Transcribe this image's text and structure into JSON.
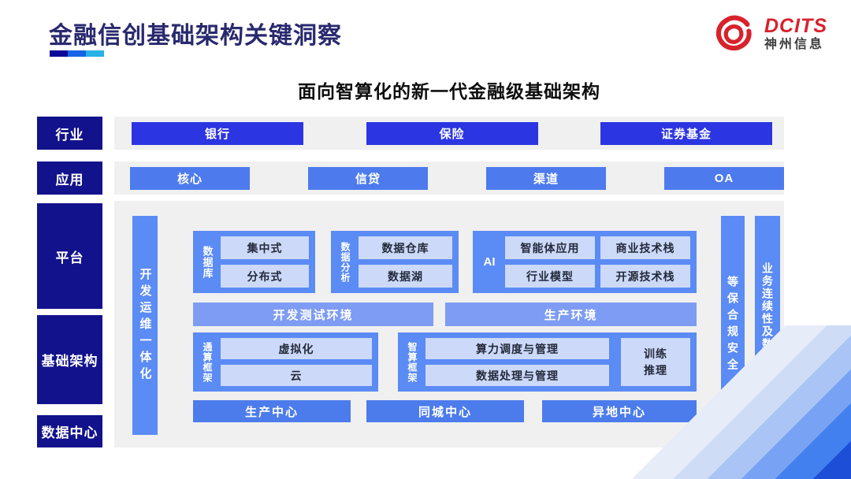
{
  "header": {
    "title": "金融信创基础架构关键洞察",
    "logo": {
      "brand": "DCITS",
      "company": "神州信息"
    }
  },
  "subtitle": "面向智算化的新一代金融级基础架构",
  "diagram": {
    "industry": {
      "label": "行业",
      "items": [
        "银行",
        "保险",
        "证券基金"
      ]
    },
    "application": {
      "label": "应用",
      "items": [
        "核心",
        "信贷",
        "渠道",
        "OA"
      ]
    },
    "platform_label": "平台",
    "infrastructure_label": "基础架构",
    "datacenter_label": "数据中心",
    "devops_bar": "开发运维一体化",
    "security_bar": "等保合规安全",
    "continuity_bar": "业务连续性及数据保护",
    "database_group": {
      "label": "数据库",
      "items": [
        "集中式",
        "分布式"
      ]
    },
    "analytics_group": {
      "label": "数据分析",
      "items": [
        "数据仓库",
        "数据湖"
      ]
    },
    "ai_group": {
      "label": "AI",
      "items": [
        "智能体应用",
        "商业技术栈",
        "行业模型",
        "开源技术栈"
      ]
    },
    "environments": [
      "开发测试环境",
      "生产环境"
    ],
    "general_framework": {
      "label": "通算框架",
      "items": [
        "虚拟化",
        "云"
      ]
    },
    "intelligent_framework": {
      "label": "智算框架",
      "items": [
        "算力调度与管理",
        "数据处理与管理"
      ],
      "side_item": "训练推理"
    },
    "centers": [
      "生产中心",
      "同城中心",
      "异地中心"
    ]
  },
  "colors": {
    "title_navy": "#29296f",
    "label_navy": "#12128c",
    "industry_blue": "#2c35e2",
    "application_blue": "#4d7bee",
    "group_blue": "#5b8bf4",
    "light_box": "#ccd9f8",
    "env_blue": "#7e9cf3",
    "center_blue": "#4c7ceb",
    "panel_gray": "#f0f0f1",
    "logo_red": "#d8222c",
    "underline": [
      "#0a0a96",
      "#1565e6",
      "#29b2e8"
    ]
  }
}
